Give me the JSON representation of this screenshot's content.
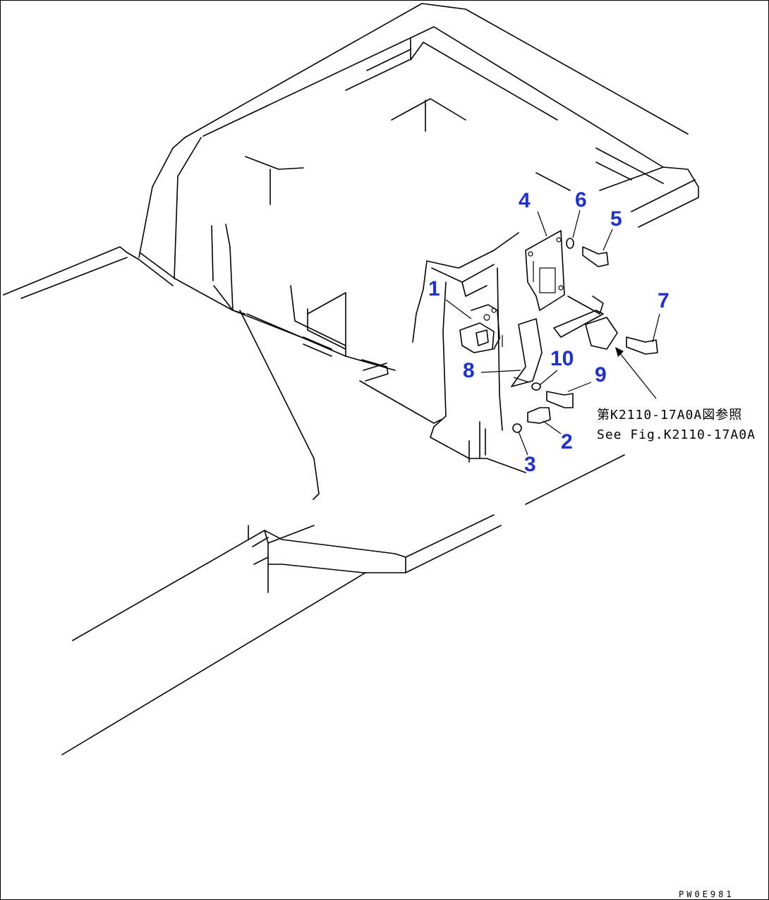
{
  "callouts": [
    {
      "id": "1",
      "label": "1"
    },
    {
      "id": "2",
      "label": "2"
    },
    {
      "id": "3",
      "label": "3"
    },
    {
      "id": "4",
      "label": "4"
    },
    {
      "id": "5",
      "label": "5"
    },
    {
      "id": "6",
      "label": "6"
    },
    {
      "id": "7",
      "label": "7"
    },
    {
      "id": "8",
      "label": "8"
    },
    {
      "id": "9",
      "label": "9"
    },
    {
      "id": "10",
      "label": "10"
    }
  ],
  "reference": {
    "line_jp": "第K2110-17A0A図参照",
    "line_en": "See Fig.K2110-17A0A"
  },
  "drawing_code": "PW0E981",
  "colors": {
    "callout": "#1f2fd6",
    "line": "#000000",
    "background": "#ffffff"
  }
}
